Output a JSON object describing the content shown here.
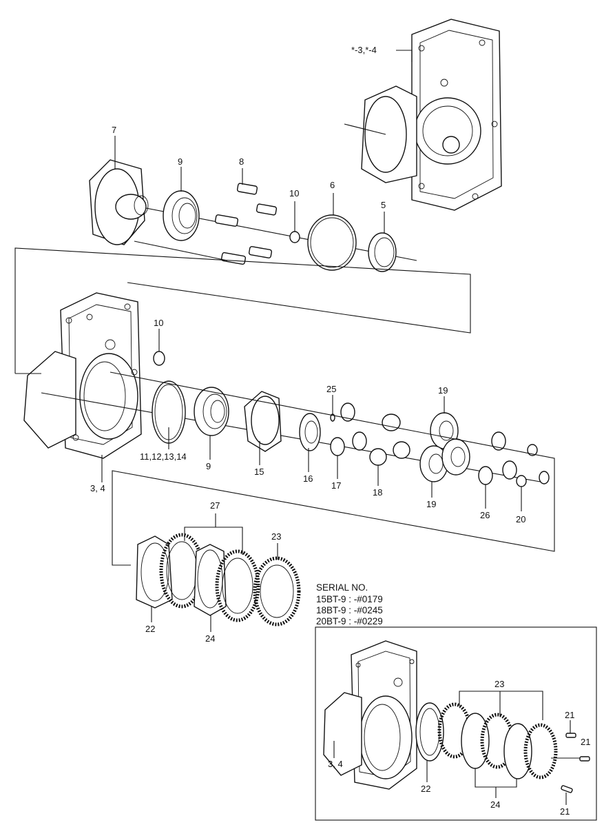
{
  "callouts": {
    "c_star": "*-3,*-4",
    "c7": "7",
    "c9a": "9",
    "c8": "8",
    "c10a": "10",
    "c6": "6",
    "c5": "5",
    "c10b": "10",
    "c25": "25",
    "c19a": "19",
    "c11": "11,12,13,14",
    "c9b": "9",
    "c15": "15",
    "c16": "16",
    "c17": "17",
    "c18": "18",
    "c19b": "19",
    "c26": "26",
    "c20": "20",
    "c34a": "3, 4",
    "c27": "27",
    "c23a": "23",
    "c22a": "22",
    "c24a": "24",
    "c23b": "23",
    "c21a": "21",
    "c21b": "21",
    "c21c": "21",
    "c34b": "3, 4",
    "c22b": "22",
    "c24b": "24"
  },
  "serial": {
    "title": "SERIAL NO.",
    "line1": "15BT-9 : -#0179",
    "line2": "18BT-9 : -#0245",
    "line3": "20BT-9 : -#0229"
  }
}
